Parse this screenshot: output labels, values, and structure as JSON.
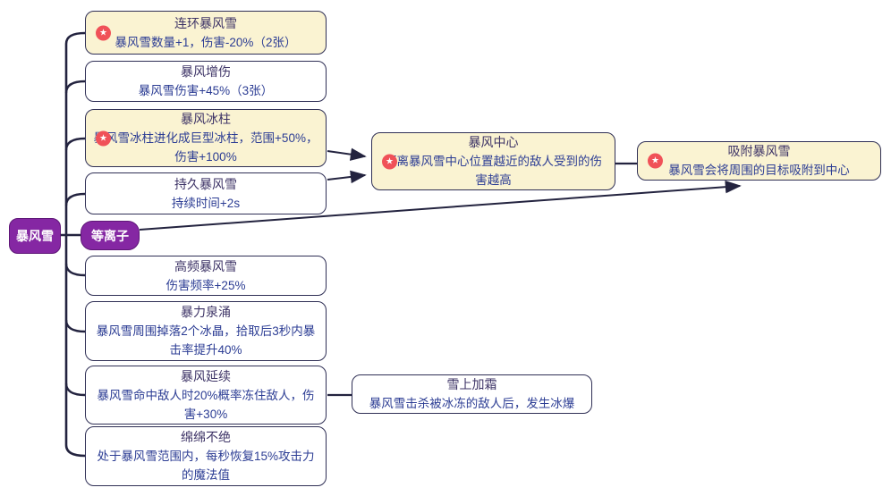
{
  "diagram": {
    "root": {
      "label": "暴风雪"
    },
    "modifier": {
      "label": "等离子"
    },
    "nodes": [
      {
        "key": "chain-blizzard",
        "title": "连环暴风雪",
        "body": "暴风雪数量+1，伤害-20%（2张）",
        "starred": true,
        "highlighted": true
      },
      {
        "key": "storm-damage-up",
        "title": "暴风增伤",
        "body": "暴风雪伤害+45%（3张）",
        "starred": false,
        "highlighted": false
      },
      {
        "key": "storm-ice-pillar",
        "title": "暴风冰柱",
        "body": "暴风雪冰柱进化成巨型冰柱，范围+50%，伤害+100%",
        "starred": true,
        "highlighted": true
      },
      {
        "key": "lasting-blizzard",
        "title": "持久暴风雪",
        "body": "持续时间+2s",
        "starred": false,
        "highlighted": false
      },
      {
        "key": "high-freq-blizzard",
        "title": "高频暴风雪",
        "body": "伤害频率+25%",
        "starred": false,
        "highlighted": false
      },
      {
        "key": "violent-surge",
        "title": "暴力泉涌",
        "body": "暴风雪周围掉落2个冰晶，拾取后3秒内暴击率提升40%",
        "starred": false,
        "highlighted": false
      },
      {
        "key": "storm-extension",
        "title": "暴风延续",
        "body": "暴风雪命中敌人时20%概率冻住敌人，伤害+30%",
        "starred": false,
        "highlighted": false
      },
      {
        "key": "endless-flow",
        "title": "绵绵不绝",
        "body": "处于暴风雪范围内，每秒恢复15%攻击力的魔法值",
        "starred": false,
        "highlighted": false
      },
      {
        "key": "storm-center",
        "title": "暴风中心",
        "body": "距离暴风雪中心位置越近的敌人受到的伤害越高",
        "starred": true,
        "highlighted": true
      },
      {
        "key": "attract-blizzard",
        "title": "吸附暴风雪",
        "body": "暴风雪会将周围的目标吸附到中心",
        "starred": true,
        "highlighted": true
      },
      {
        "key": "snow-on-frost",
        "title": "雪上加霜",
        "body": "暴风雪击杀被冰冻的敌人后，发生冰爆",
        "starred": false,
        "highlighted": false
      }
    ],
    "icons": {
      "star_badge": "★"
    },
    "colors": {
      "root_bg": "#8527a3",
      "highlight_bg": "#faf3d2",
      "node_bg": "#ffffff",
      "node_border": "#2f2f55",
      "badge_red": "#f05158",
      "line": "#23233f",
      "title_text": "#3d3366",
      "body_text": "#2c3d94"
    }
  }
}
